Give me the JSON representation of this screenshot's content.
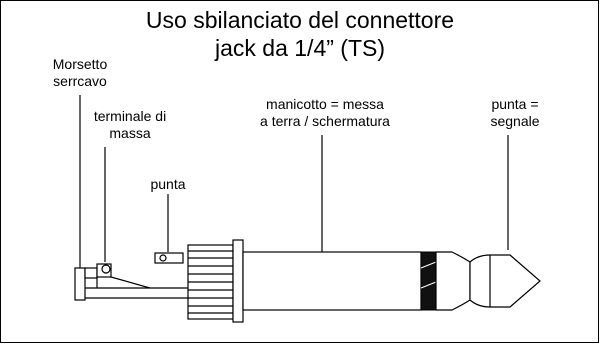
{
  "title": {
    "line1": "Uso sbilanciato del connettore",
    "line2": "jack da 1/4” (TS)"
  },
  "labels": {
    "clamp": {
      "line1": "Morsetto",
      "line2": "serrcavo"
    },
    "ground_terminal": {
      "line1": "terminale di",
      "line2": "massa"
    },
    "tip_solder": {
      "line1": "punta"
    },
    "sleeve": {
      "line1": "manicotto = messa",
      "line2": "a terra / schermatura"
    },
    "tip_signal": {
      "line1": "punta =",
      "line2": "segnale"
    }
  }
}
